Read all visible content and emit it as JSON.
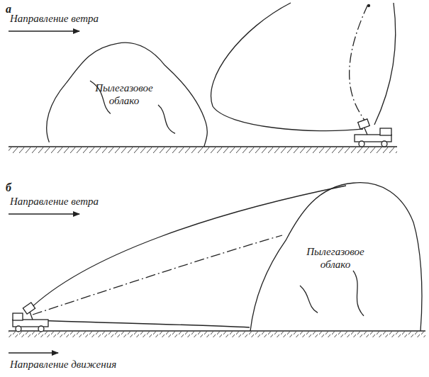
{
  "diagram": {
    "nodes": [
      {
        "text": [
          "Пылегазовое облако"
        ]
      },
      {
        "text": [
          "Пылегазовое облако"
        ]
      }
    ],
    "labels": [
      "а",
      "Направление ветра",
      "б",
      "Направление ветра",
      "Направление движения"
    ]
  }
}
